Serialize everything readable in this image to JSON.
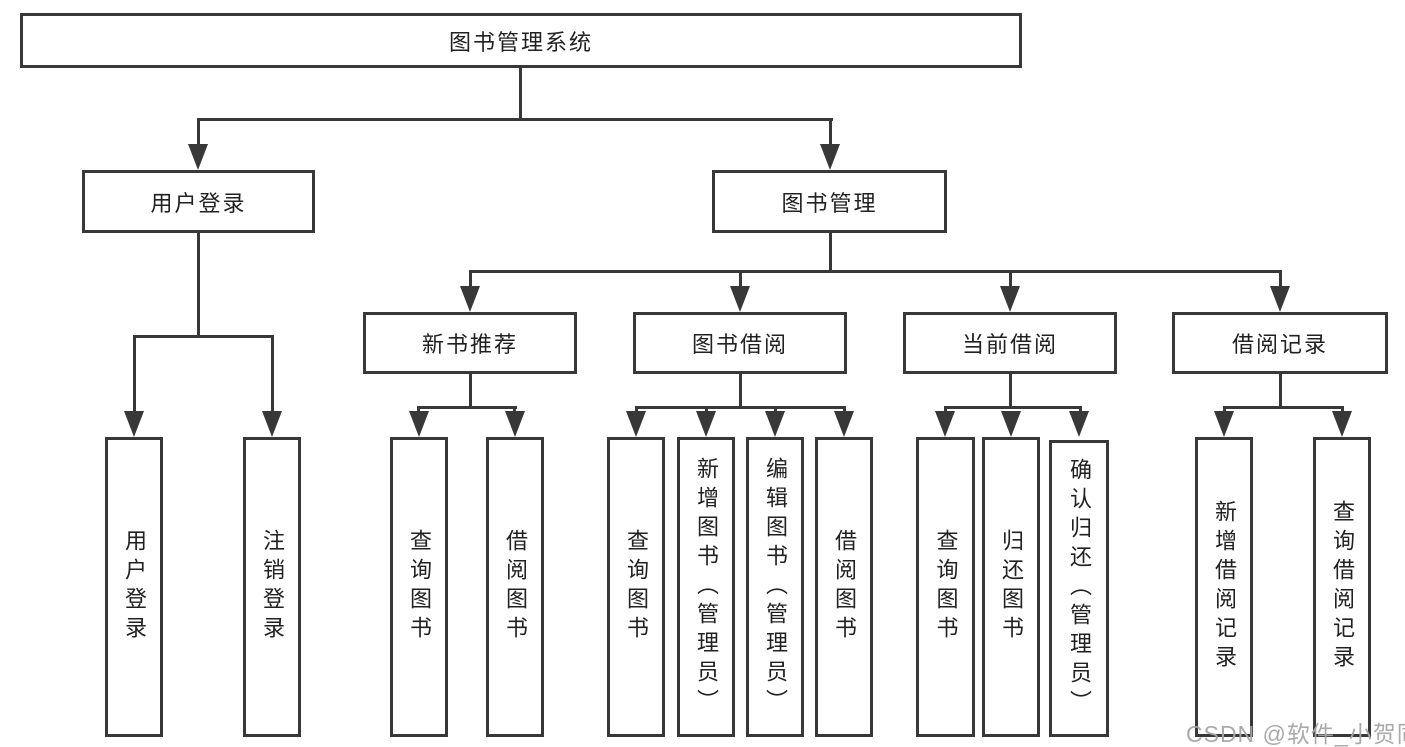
{
  "diagram_title": "图书管理系统",
  "nodes": {
    "root": "图书管理系统",
    "user_login": "用户登录",
    "book_mgmt": "图书管理",
    "new_book_rec": "新书推荐",
    "book_borrow": "图书借阅",
    "current_borrow": "当前借阅",
    "borrow_records": "借阅记录",
    "ul_login": "用户登录",
    "ul_logout": "注销登录",
    "nb_query": "查询图书",
    "nb_borrow": "借阅图书",
    "bb_query": "查询图书",
    "bb_add": "新增图书（管理员）",
    "bb_edit": "编辑图书（管理员）",
    "bb_borrow": "借阅图书",
    "cb_query": "查询图书",
    "cb_return": "归还图书",
    "cb_confirm": "确认归还（管理员）",
    "br_add": "新增借阅记录",
    "br_query": "查询借阅记录"
  },
  "watermark": "CSDN @软件_小贺同学",
  "colors": {
    "line": "#383838",
    "text": "#212121",
    "background": "#ffffff",
    "watermark": "#a5a5a5"
  }
}
